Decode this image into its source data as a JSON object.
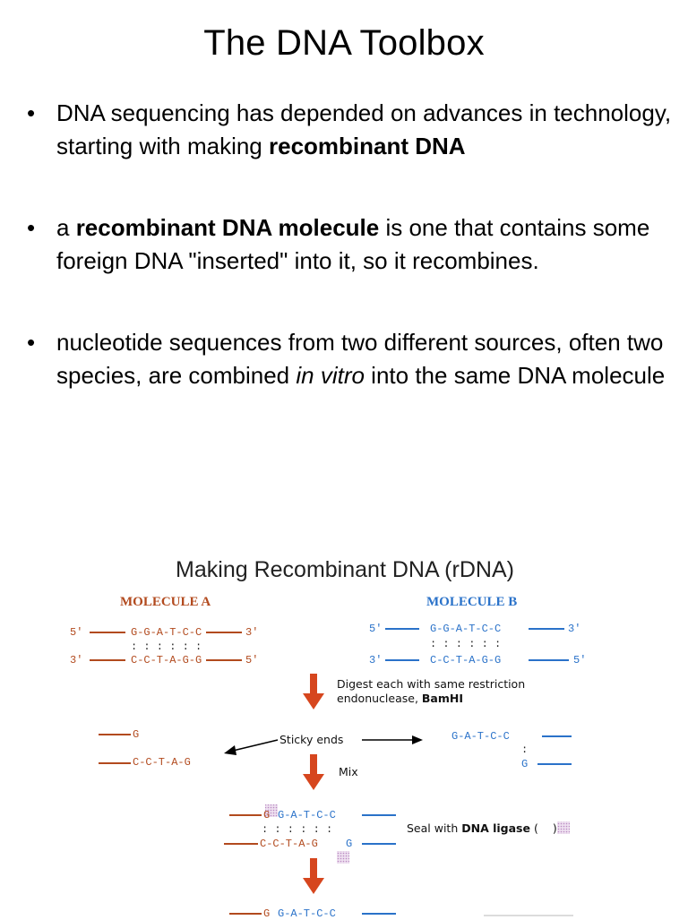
{
  "title": "The DNA Toolbox",
  "bullets": [
    {
      "marker": "•",
      "parts": [
        "DNA sequencing has depended on advances in technology, starting with making ",
        "recombinant DNA",
        ""
      ]
    },
    {
      "marker": "•",
      "parts": [
        "a ",
        "recombinant DNA molecule",
        " is one that contains some foreign DNA \"inserted\" into it, so it recombines."
      ]
    },
    {
      "marker": "•",
      "parts": [
        "nucleotide sequences from two different sources, often two species, are combined ",
        "in vitro",
        " into the same DNA molecule"
      ]
    }
  ],
  "figure": {
    "title": "Making Recombinant DNA (rDNA)",
    "molecule_a": {
      "label": "MOLECULE A",
      "end_5_top": "5'",
      "end_3_top": "3'",
      "end_3_bottom": "3'",
      "end_5_bottom": "5'",
      "top_strand": "G-G-A-T-C-C",
      "bonds": ": : : : : :",
      "bottom_strand": "C-C-T-A-G-G"
    },
    "molecule_b": {
      "label": "MOLECULE B",
      "end_5_top": "5'",
      "end_3_top": "3'",
      "end_3_bottom": "3'",
      "end_5_bottom": "5'",
      "top_strand": "G-G-A-T-C-C",
      "bonds": ": : : : : :",
      "bottom_strand": "C-C-T-A-G-G"
    },
    "step1": {
      "text_1": "Digest each with same restriction",
      "text_2": "endonuclease, ",
      "enzyme": "BamHI"
    },
    "sticky": {
      "label": "Sticky ends",
      "a_top": "G",
      "a_bottom": "C-C-T-A-G",
      "b_top": "G-A-T-C-C",
      "b_bond": ":",
      "b_bottom": "G"
    },
    "step2": {
      "text": "Mix"
    },
    "mixed": {
      "top_orange": "G",
      "top_blue": "G-A-T-C-C",
      "bonds": ": : : : : :",
      "bottom_orange": "C-C-T-A-G",
      "bottom_blue": "G"
    },
    "step3": {
      "text_1": "Seal with ",
      "enzyme": "DNA ligase",
      "text_2": " (",
      "text_3": ")"
    },
    "final": {
      "top_orange": "G",
      "top_blue": "G-A-T-C-C"
    }
  }
}
